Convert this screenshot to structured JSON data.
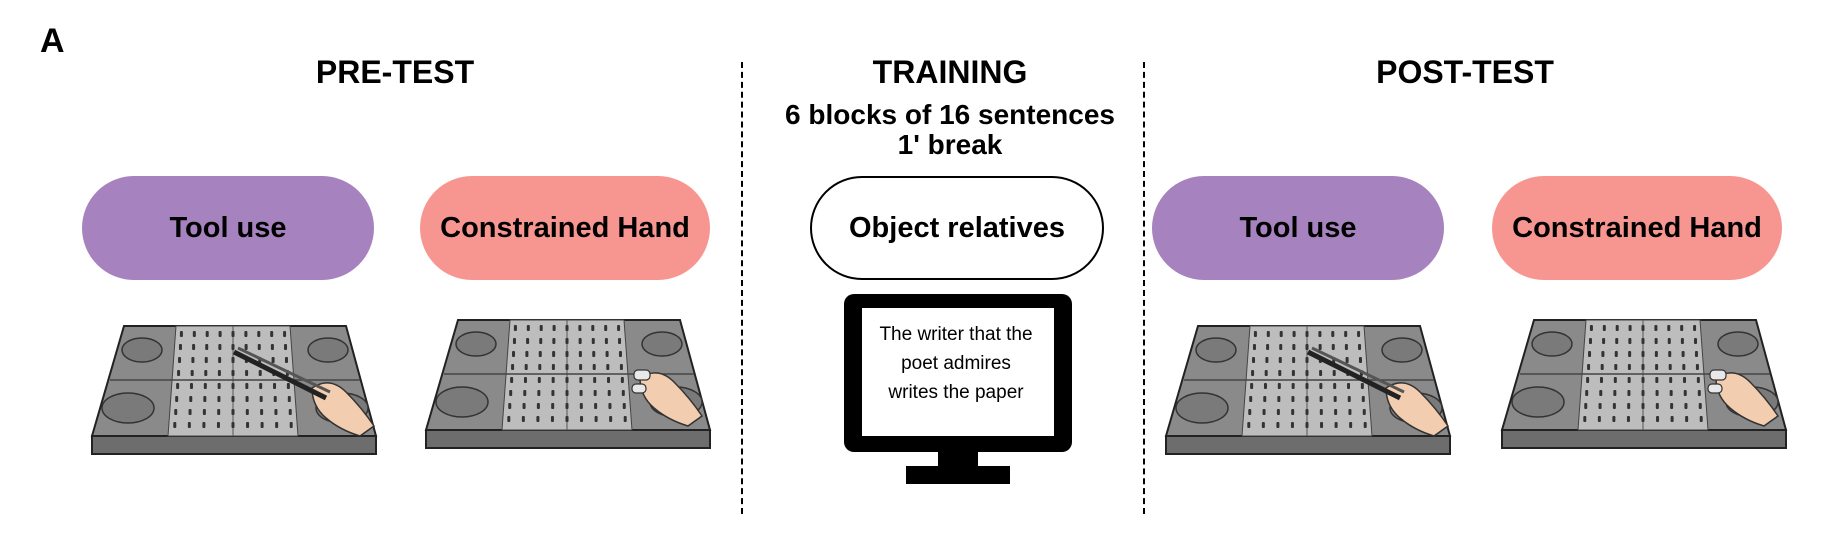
{
  "panel_label": "A",
  "sections": {
    "pre_test": {
      "title": "PRE-TEST",
      "conditions": [
        {
          "label": "Tool use",
          "color": "#a682be"
        },
        {
          "label": "Constrained Hand",
          "color": "#f79690"
        }
      ]
    },
    "training": {
      "title": "TRAINING",
      "subtitle_1": "6 blocks of 16 sentences",
      "subtitle_2": "1' break",
      "condition": {
        "label": "Object relatives"
      },
      "screen_lines": [
        "The writer that the",
        "poet admires",
        "writes the paper"
      ]
    },
    "post_test": {
      "title": "POST-TEST",
      "conditions": [
        {
          "label": "Tool use",
          "color": "#a682be"
        },
        {
          "label": "Constrained Hand",
          "color": "#f79690"
        }
      ]
    }
  },
  "icons": {
    "tool_board": "tongs-on-pegboard-icon",
    "hand_board": "taped-fingers-on-pegboard-icon",
    "monitor": "computer-monitor-icon"
  },
  "colors": {
    "tool_use": "#a682be",
    "constrained_hand": "#f79690",
    "board_grey": "#8a8a8a",
    "board_light": "#bdbdbd"
  }
}
